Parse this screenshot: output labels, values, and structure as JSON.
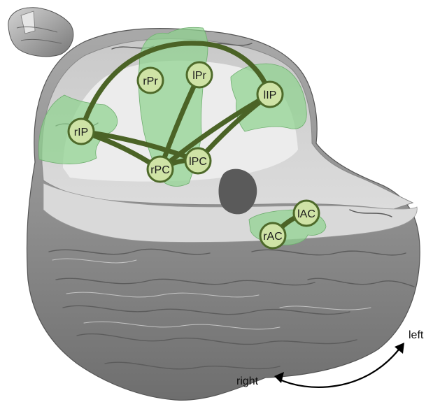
{
  "figure": {
    "nodes": [
      {
        "id": "rPr",
        "label": "rPr"
      },
      {
        "id": "lPr",
        "label": "lPr"
      },
      {
        "id": "lIP",
        "label": "lIP"
      },
      {
        "id": "rIP",
        "label": "rIP"
      },
      {
        "id": "rPC",
        "label": "rPC"
      },
      {
        "id": "lPC",
        "label": "lPC"
      },
      {
        "id": "lAC",
        "label": "lAC"
      },
      {
        "id": "rAC",
        "label": "rAC"
      }
    ],
    "edges": [
      [
        "rIP",
        "lIP"
      ],
      [
        "rIP",
        "rPC"
      ],
      [
        "rIP",
        "lPC"
      ],
      [
        "lPr",
        "rPC"
      ],
      [
        "lIP",
        "rPC"
      ],
      [
        "lIP",
        "lPC"
      ],
      [
        "rPC",
        "lPC"
      ],
      [
        "lAC",
        "rAC"
      ]
    ],
    "direction_labels": {
      "left": "left",
      "right": "right"
    },
    "colors": {
      "node_fill": "#cfe3a6",
      "node_stroke": "#4e6a2a",
      "edge": "#4b6326",
      "region": "#8fd38f"
    }
  }
}
